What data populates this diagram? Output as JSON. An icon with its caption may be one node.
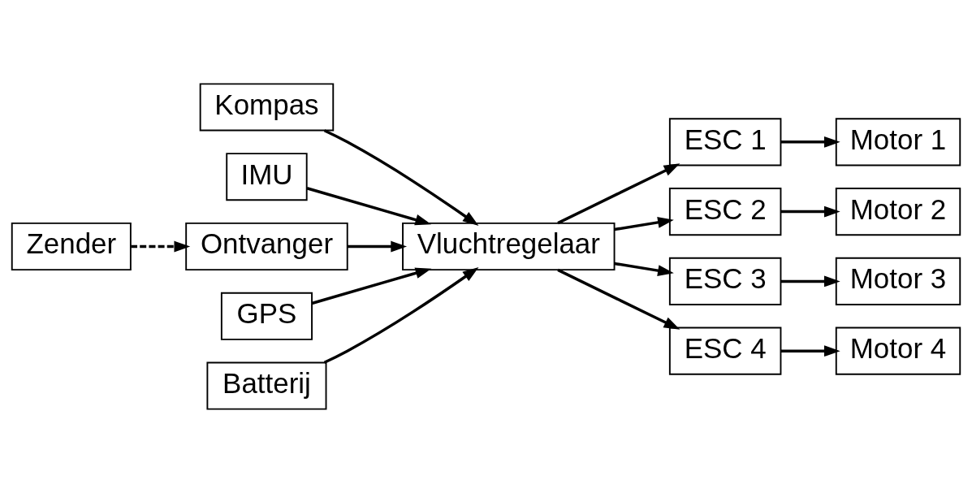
{
  "diagram": {
    "nodes": [
      {
        "text": [
          "Kompas"
        ]
      },
      {
        "text": [
          "IMU"
        ]
      },
      {
        "text": [
          "Vluchtregelaar"
        ]
      },
      {
        "text": [
          "Ontvanger"
        ]
      },
      {
        "text": [
          "GPS"
        ]
      },
      {
        "text": [
          "Batterij"
        ]
      },
      {
        "text": [
          "ESC 1"
        ]
      },
      {
        "text": [
          "ESC 2"
        ]
      },
      {
        "text": [
          "ESC 3"
        ]
      },
      {
        "text": [
          "ESC 4"
        ]
      },
      {
        "text": [
          "Motor 1"
        ]
      },
      {
        "text": [
          "Motor 2"
        ]
      },
      {
        "text": [
          "Motor 3"
        ]
      },
      {
        "text": [
          "Motor 4"
        ]
      },
      {
        "text": [
          "Zender"
        ]
      }
    ],
    "edges": [
      {
        "from": 0,
        "to": 2,
        "arrow": "to"
      },
      {
        "from": 1,
        "to": 2,
        "arrow": "to"
      },
      {
        "from": 3,
        "to": 2,
        "arrow": "to"
      },
      {
        "from": 4,
        "to": 2,
        "arrow": "to"
      },
      {
        "from": 5,
        "to": 2,
        "arrow": "to"
      },
      {
        "from": 2,
        "to": 6,
        "arrow": "to"
      },
      {
        "from": 2,
        "to": 7,
        "arrow": "to"
      },
      {
        "from": 2,
        "to": 8,
        "arrow": "to"
      },
      {
        "from": 2,
        "to": 9,
        "arrow": "to"
      },
      {
        "from": 6,
        "to": 10,
        "arrow": "to"
      },
      {
        "from": 7,
        "to": 11,
        "arrow": "to"
      },
      {
        "from": 8,
        "to": 12,
        "arrow": "to"
      },
      {
        "from": 9,
        "to": 13,
        "arrow": "to"
      },
      {
        "from": 14,
        "to": 3,
        "arrow": "to",
        "style": "dashed"
      }
    ]
  }
}
